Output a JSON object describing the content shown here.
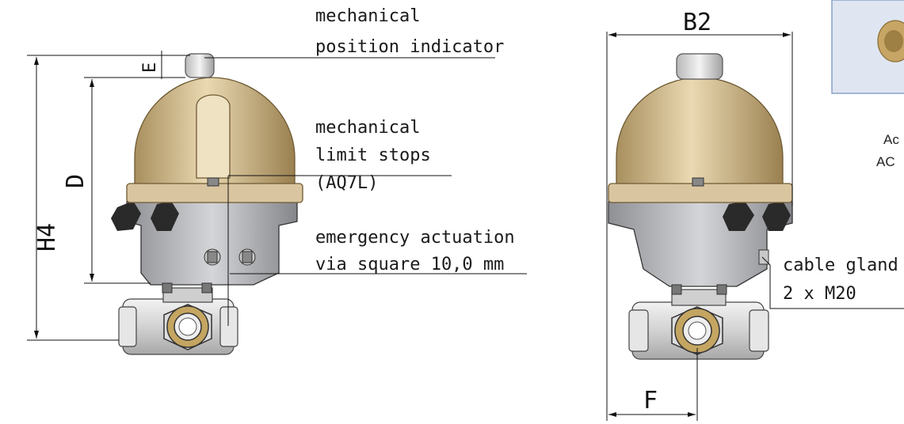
{
  "left_view": {
    "labels": {
      "position_indicator": [
        "mechanical",
        "position indicator"
      ],
      "limit_stops": [
        "mechanical",
        "limit stops",
        "(AQ7L)"
      ],
      "emergency": [
        "emergency actuation",
        "via square 10,0 mm"
      ]
    },
    "dims": {
      "e": "E",
      "d": "D",
      "h4": "H4"
    }
  },
  "right_view": {
    "labels": {
      "cable_gland": [
        "cable gland",
        "2 x M20"
      ]
    },
    "dims": {
      "b2": "B2",
      "f": "F"
    }
  },
  "inset": {
    "caption": [
      "Ac",
      "AC"
    ]
  },
  "colors": {
    "cover": "#d9c6a0",
    "cover_dark": "#a88f5e",
    "housing": "#b9babd",
    "body": "#d8d8d8",
    "brass": "#c4a561",
    "bolt": "#2a2a2a"
  }
}
